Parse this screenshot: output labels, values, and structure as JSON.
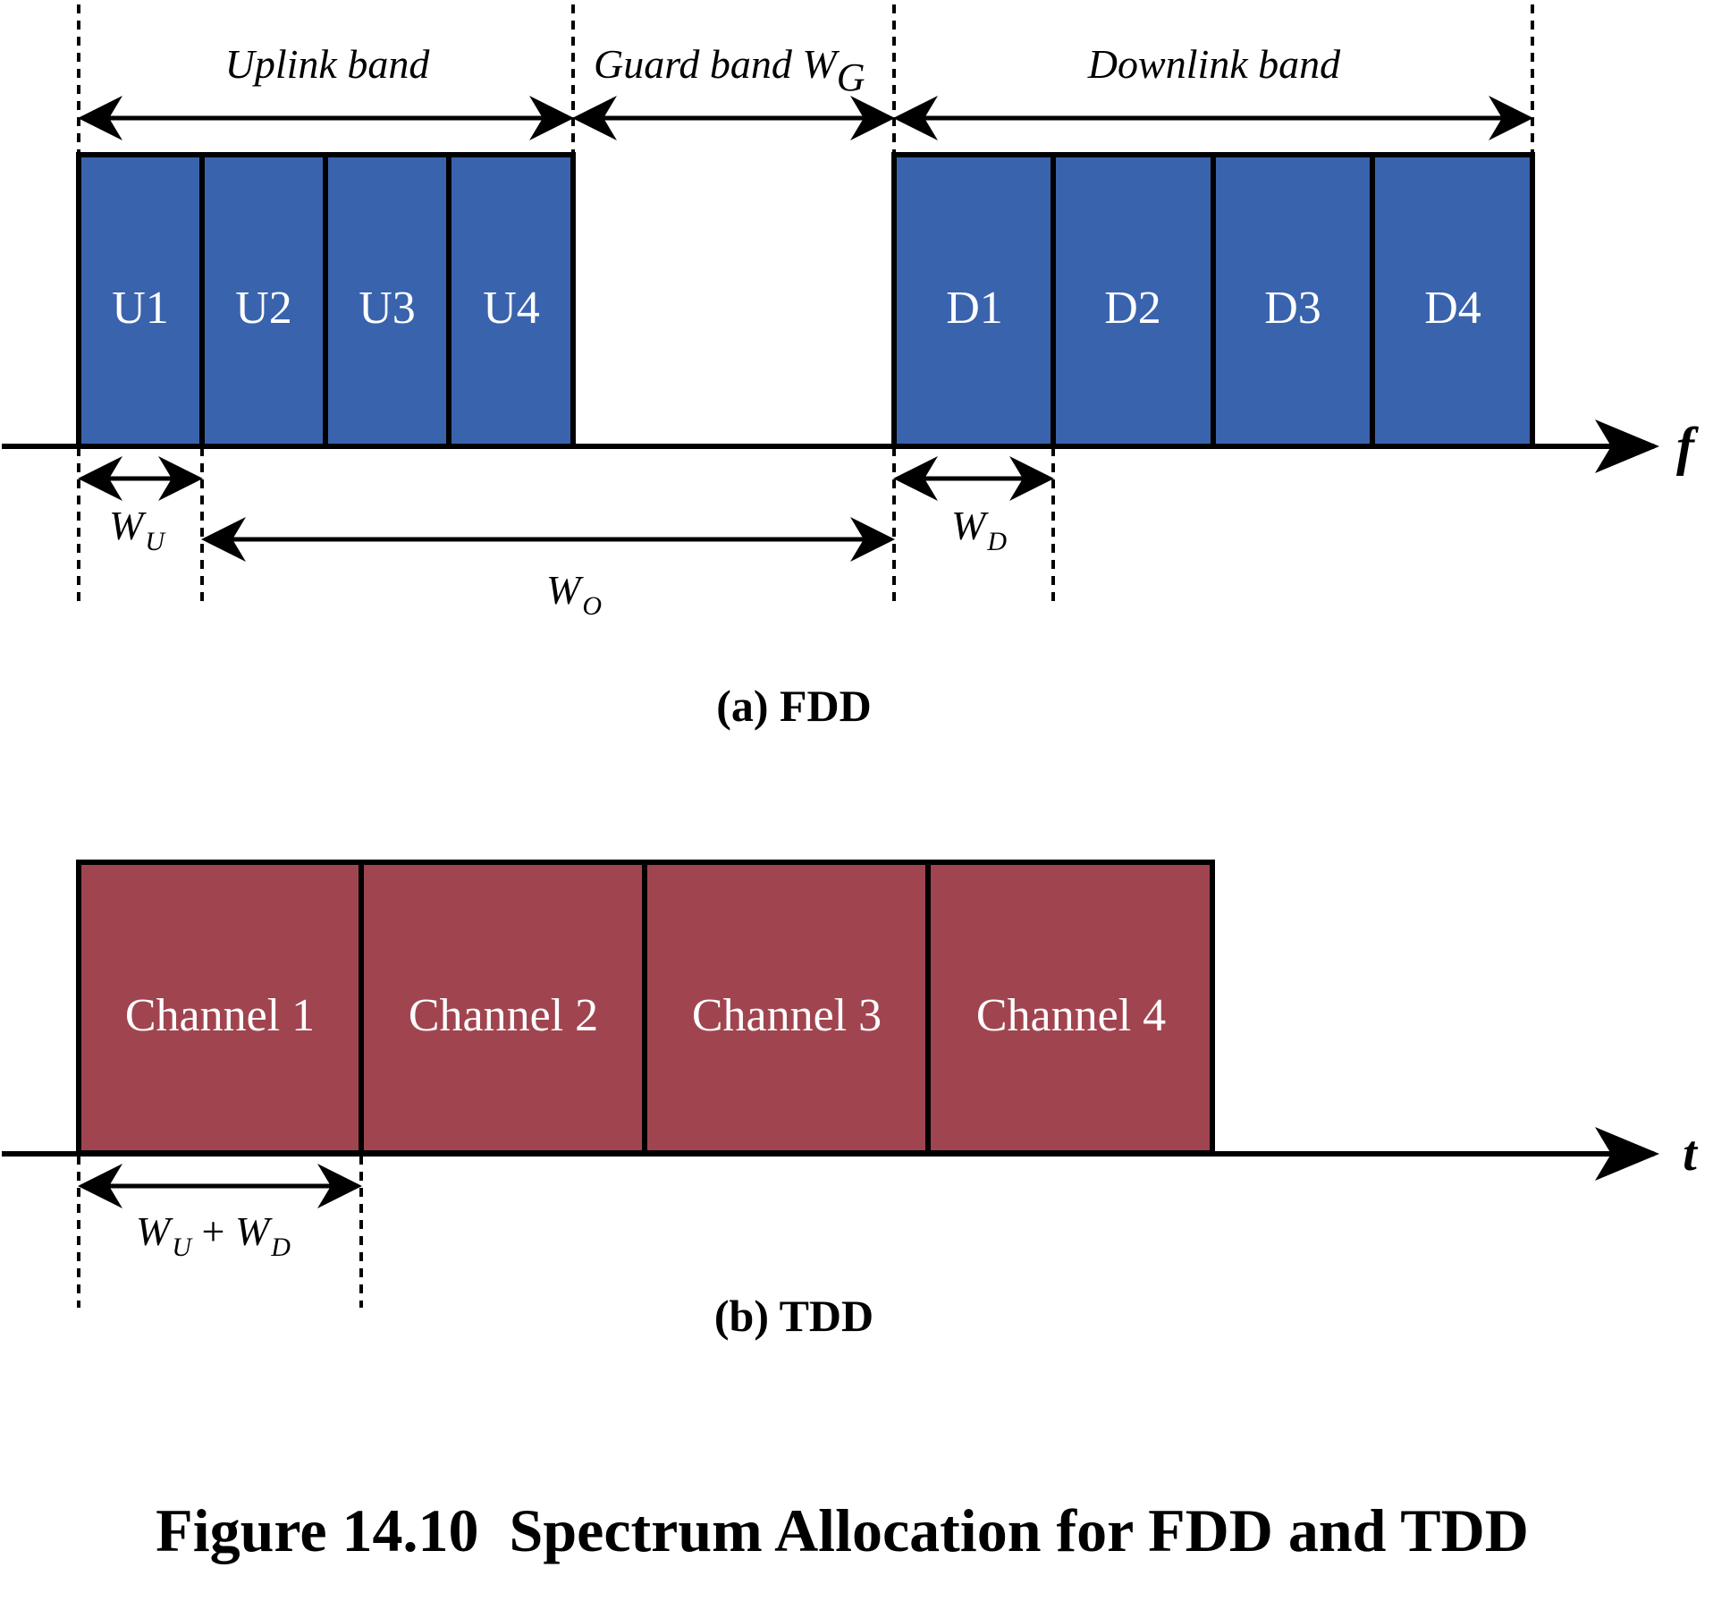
{
  "colors": {
    "uplink_downlink_fill": "#3A63AD",
    "tdd_fill": "#A04550",
    "stroke": "#000000",
    "box_text": "#ffffff"
  },
  "fdd": {
    "uplink_band_label": "Uplink band",
    "guard_band_label": "Guard band W",
    "guard_band_sub": "G",
    "downlink_band_label": "Downlink band",
    "uplink_channels": [
      "U1",
      "U2",
      "U3",
      "U4"
    ],
    "downlink_channels": [
      "D1",
      "D2",
      "D3",
      "D4"
    ],
    "axis_label": "f",
    "wu_label": "W",
    "wu_sub": "U",
    "wo_label": "W",
    "wo_sub": "O",
    "wd_label": "W",
    "wd_sub": "D",
    "caption": "(a) FDD"
  },
  "tdd": {
    "channels": [
      "Channel 1",
      "Channel 2",
      "Channel 3",
      "Channel 4"
    ],
    "axis_label": "t",
    "width_label_w1": "W",
    "width_label_sub1": "U",
    "width_label_plus": " + ",
    "width_label_w2": "W",
    "width_label_sub2": "D",
    "caption": "(b) TDD"
  },
  "figure_caption": "Figure 14.10  Spectrum Allocation for FDD and TDD"
}
